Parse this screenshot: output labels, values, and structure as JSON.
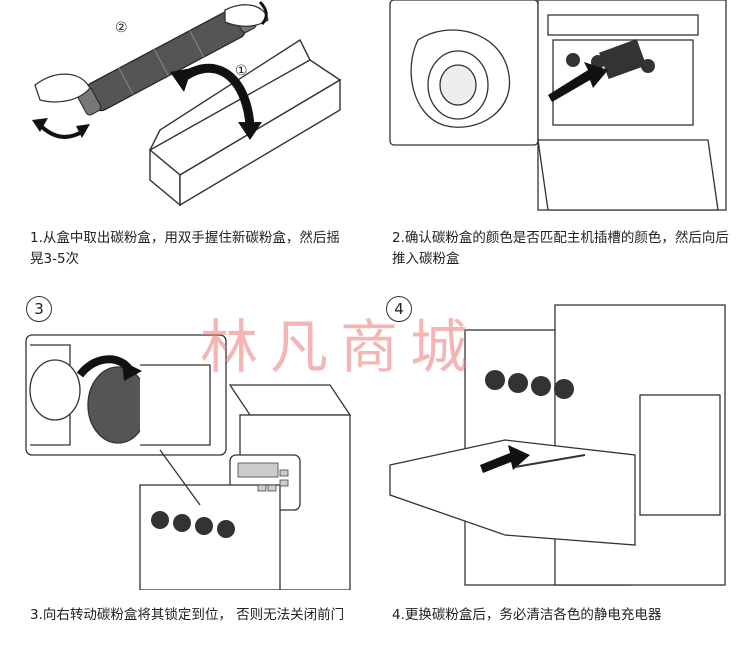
{
  "steps": [
    {
      "caption": "1.从盒中取出碳粉盒，用双手握住新碳粉盒，然后摇晃3-5次",
      "markers": [
        "②",
        "①"
      ]
    },
    {
      "caption": "2.确认碳粉盒的颜色是否匹配主机插槽的颜色，然后向后推入碳粉盒"
    },
    {
      "caption": "3.向右转动碳粉盒将其锁定到位， 否则无法关闭前门",
      "badge": "3"
    },
    {
      "caption": "4.更换碳粉盒后，务必清洁各色的静电充电器",
      "badge": "4"
    }
  ],
  "watermark": "林凡商城",
  "icons": {
    "arrow": "curved-arrow-icon",
    "hand": "hand-icon"
  }
}
